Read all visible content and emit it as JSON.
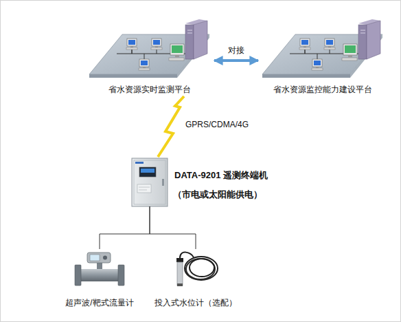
{
  "diagram": {
    "nodes": [
      {
        "text": [
          "省水资源实时监测平台"
        ]
      },
      {
        "text": [
          "省水资源监控能力建设平台"
        ]
      },
      {
        "text": [
          "DATA-9201 遥测终端机",
          "（市电或太阳能供电）"
        ]
      },
      {
        "text": [
          "超声波/靶式流量计"
        ]
      },
      {
        "text": [
          "投入式水位计（选配）"
        ]
      }
    ],
    "edges": [
      {
        "from": 0,
        "to": 1,
        "label": "对接",
        "arrow": "both"
      },
      {
        "from": 2,
        "to": 0,
        "label": "GPRS/CDMA/4G",
        "arrow": "none"
      },
      {
        "from": 2,
        "to": 3,
        "arrow": "none"
      },
      {
        "from": 2,
        "to": 4,
        "arrow": "none"
      }
    ]
  }
}
